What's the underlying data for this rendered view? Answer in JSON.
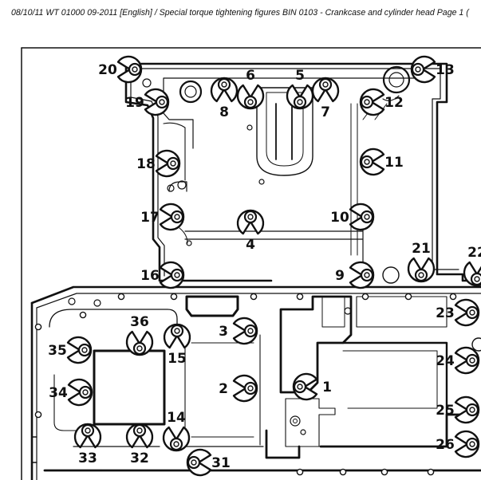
{
  "header": {
    "text": "08/10/11  WT 01000 09-2011 [English] / Special torque tightening figures BIN 0103 - Crankcase and cylinder head  Page 1  ("
  },
  "callouts": [
    {
      "id": 1,
      "label": "1",
      "dir": "left"
    },
    {
      "id": 2,
      "label": "2",
      "dir": "right"
    },
    {
      "id": 3,
      "label": "3",
      "dir": "right"
    },
    {
      "id": 4,
      "label": "4",
      "dir": "up"
    },
    {
      "id": 5,
      "label": "5",
      "dir": "down"
    },
    {
      "id": 6,
      "label": "6",
      "dir": "down"
    },
    {
      "id": 7,
      "label": "7",
      "dir": "up"
    },
    {
      "id": 8,
      "label": "8",
      "dir": "up"
    },
    {
      "id": 9,
      "label": "9",
      "dir": "right"
    },
    {
      "id": 10,
      "label": "10",
      "dir": "right"
    },
    {
      "id": 11,
      "label": "11",
      "dir": "left"
    },
    {
      "id": 12,
      "label": "12",
      "dir": "left"
    },
    {
      "id": 13,
      "label": "13",
      "dir": "left"
    },
    {
      "id": 14,
      "label": "14",
      "dir": "down"
    },
    {
      "id": 15,
      "label": "15",
      "dir": "up"
    },
    {
      "id": 16,
      "label": "16",
      "dir": "right"
    },
    {
      "id": 17,
      "label": "17",
      "dir": "right"
    },
    {
      "id": 18,
      "label": "18",
      "dir": "right"
    },
    {
      "id": 19,
      "label": "19",
      "dir": "right"
    },
    {
      "id": 20,
      "label": "20",
      "dir": "right"
    },
    {
      "id": 21,
      "label": "21",
      "dir": "down"
    },
    {
      "id": 22,
      "label": "22",
      "dir": "down"
    },
    {
      "id": 23,
      "label": "23",
      "dir": "right"
    },
    {
      "id": 24,
      "label": "24",
      "dir": "right"
    },
    {
      "id": 25,
      "label": "25",
      "dir": "right"
    },
    {
      "id": 26,
      "label": "26",
      "dir": "right"
    },
    {
      "id": 31,
      "label": "31",
      "dir": "left"
    },
    {
      "id": 32,
      "label": "32",
      "dir": "up"
    },
    {
      "id": 33,
      "label": "33",
      "dir": "up"
    },
    {
      "id": 34,
      "label": "34",
      "dir": "right"
    },
    {
      "id": 35,
      "label": "35",
      "dir": "right"
    },
    {
      "id": 36,
      "label": "36",
      "dir": "down"
    }
  ]
}
